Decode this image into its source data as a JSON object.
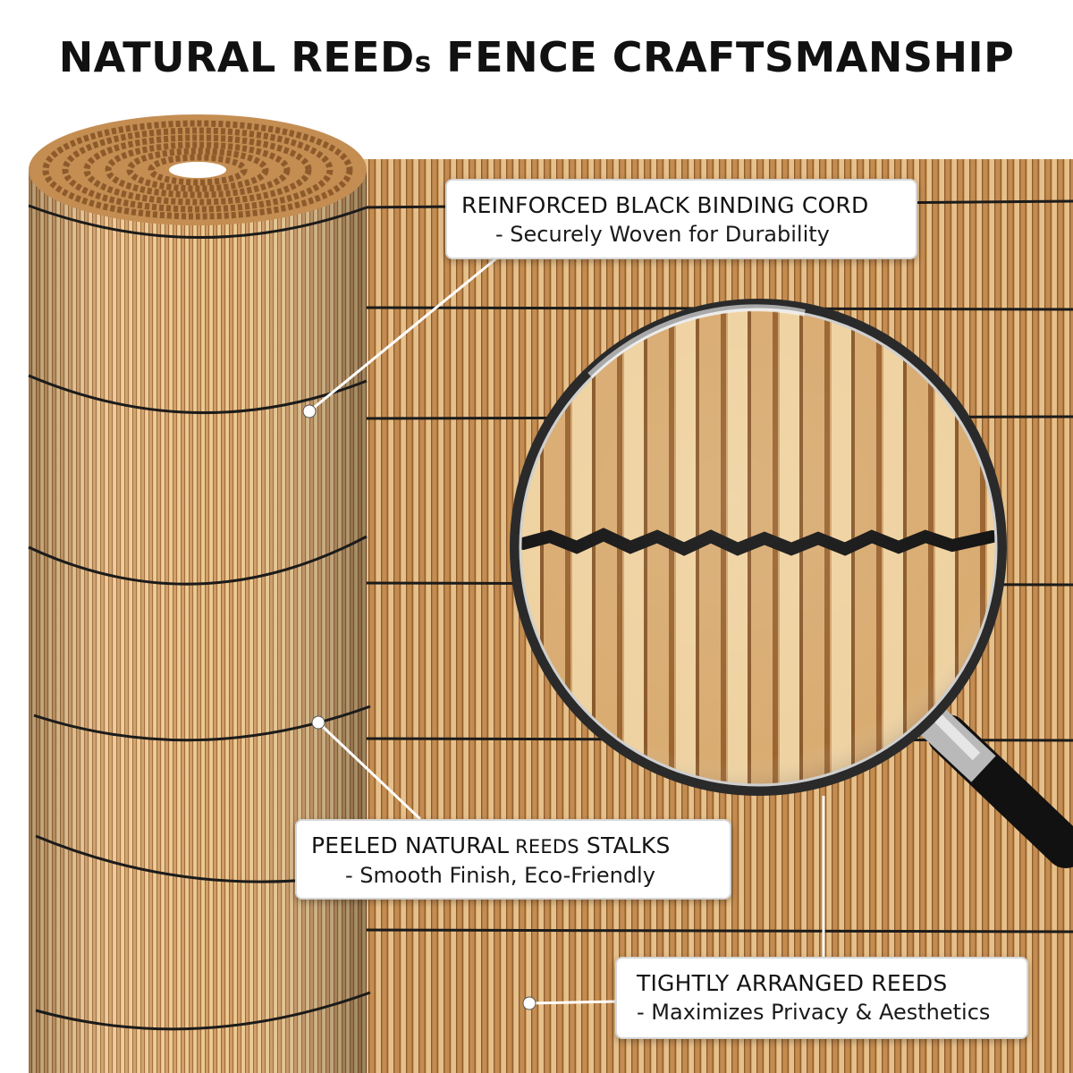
{
  "title": {
    "part1": "NATURAL REED",
    "part2": "s",
    "part3": " FENCE CRAFTSMANSHIP"
  },
  "callouts": {
    "binding": {
      "heading": "REINFORCED BLACK BINDING CORD",
      "detail": "- Securely Woven for Durability"
    },
    "peeled": {
      "heading_main": "PEELED NATURAL",
      "heading_small": " REEDS",
      "heading_end": " STALKS",
      "detail": "- Smooth Finish, Eco-Friendly"
    },
    "tight": {
      "heading": "TIGHTLY ARRANGED REEDS",
      "detail": "- Maximizes Privacy & Aesthetics"
    }
  },
  "icons": {
    "magnifier": "magnifying-glass-icon"
  },
  "colors": {
    "reed_light": "#e2bd86",
    "reed_mid": "#c9955a",
    "reed_dark": "#a8703b",
    "cord": "#1a1a1a",
    "title": "#111111"
  }
}
